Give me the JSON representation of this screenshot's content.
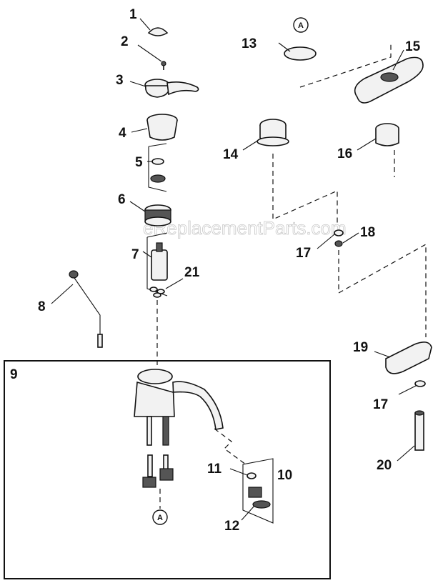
{
  "diagram": {
    "part_numbers": [
      "1",
      "2",
      "3",
      "4",
      "5",
      "6",
      "7",
      "8",
      "9",
      "10",
      "11",
      "12",
      "13",
      "14",
      "15",
      "16",
      "17",
      "18",
      "19",
      "20",
      "21"
    ],
    "reference_marker": "A",
    "watermark": "eReplacementParts.com"
  }
}
